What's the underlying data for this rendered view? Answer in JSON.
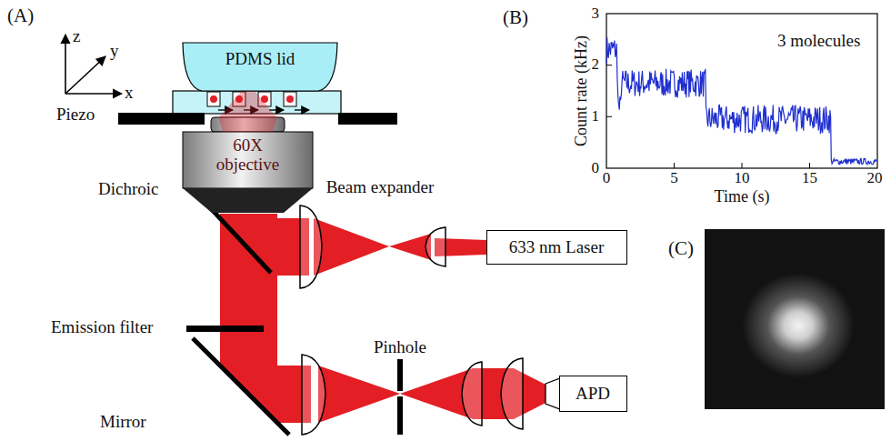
{
  "diagram": {
    "nodes": [
      {
        "text": [
          "PDMS lid"
        ]
      },
      {
        "text": [
          "60X objective"
        ]
      },
      {
        "text": [
          "633 nm Laser"
        ]
      },
      {
        "text": [
          "APD"
        ]
      }
    ],
    "labels": [
      "(A)",
      "z",
      "y",
      "x",
      "Piezo",
      "Dichroic",
      "Beam expander",
      "Emission filter",
      "Pinhole",
      "Mirror",
      "(B)",
      "Count rate (kHz)",
      "3 molecules",
      "Time (s)",
      "0",
      "1",
      "2",
      "3",
      "0",
      "5",
      "10",
      "15",
      "20",
      "(C)"
    ]
  }
}
